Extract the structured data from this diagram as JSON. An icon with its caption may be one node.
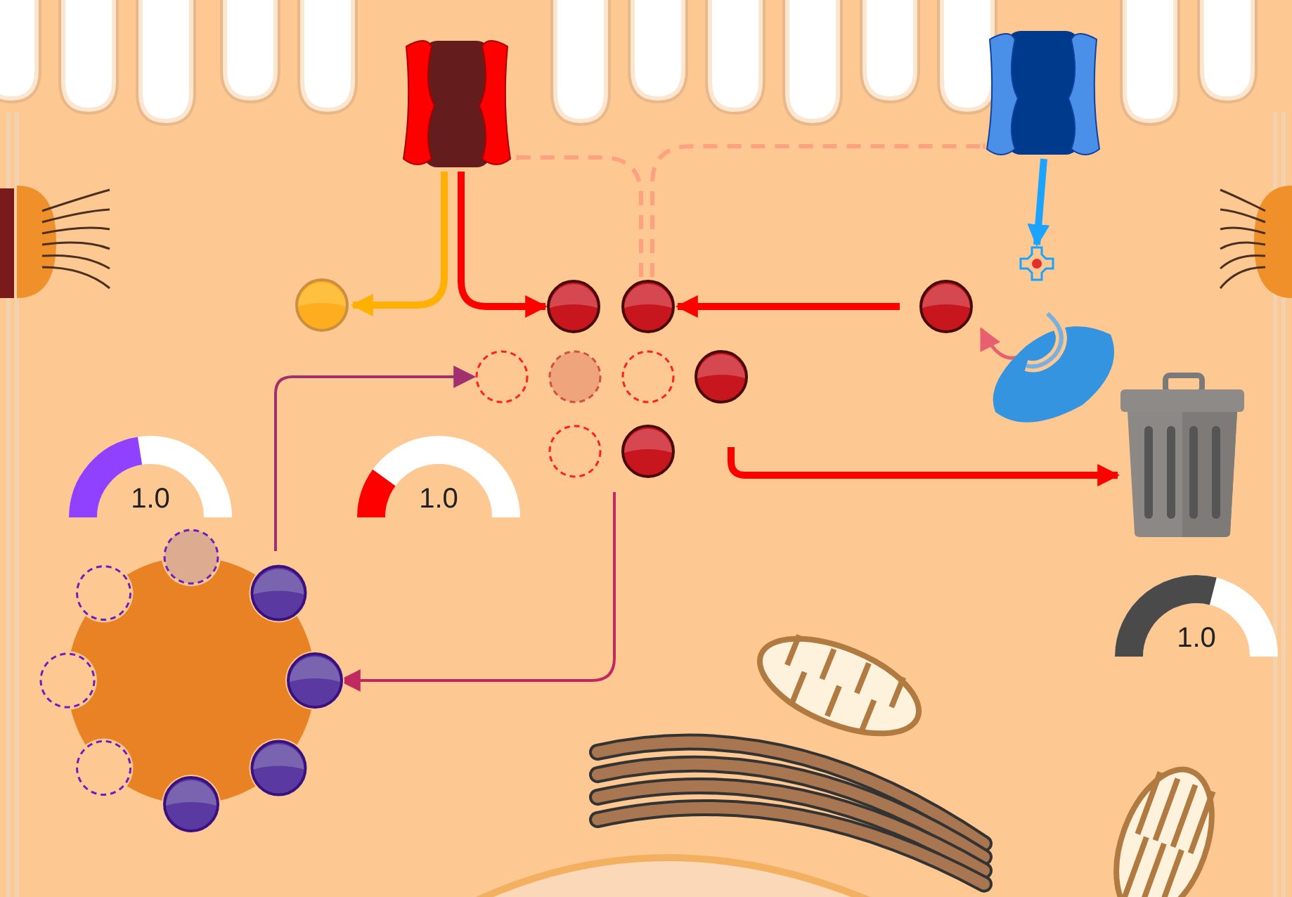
{
  "diagram": {
    "nodes": [
      {
        "text": [],
        "shape": "box"
      },
      {
        "text": [],
        "shape": "box"
      },
      {
        "text": [],
        "shape": "picture"
      },
      {
        "text": [],
        "shape": "circle"
      },
      {
        "text": [],
        "shape": "circle"
      },
      {
        "text": [],
        "shape": "circle"
      },
      {
        "text": [],
        "shape": "circle"
      },
      {
        "text": [],
        "shape": "picture"
      },
      {
        "text": [],
        "shape": "circle"
      },
      {
        "text": [],
        "shape": "circle"
      },
      {
        "text": [],
        "shape": "circle"
      },
      {
        "text": [],
        "shape": "circle"
      },
      {
        "text": [],
        "shape": "circle"
      },
      {
        "text": [],
        "shape": "circle"
      },
      {
        "text": [],
        "shape": "picture"
      },
      {
        "text": [],
        "shape": "picture"
      }
    ],
    "edges": [
      {
        "from": 0,
        "to": 3,
        "arrow": "to",
        "color": "#ffb000"
      },
      {
        "from": 0,
        "to": 4,
        "arrow": "to"
      },
      {
        "from": 6,
        "to": 5,
        "arrow": "to"
      },
      {
        "from": 5,
        "to": 0,
        "arrow": "other",
        "style": "dashed",
        "color": "#ffa080"
      },
      {
        "from": 5,
        "to": 1,
        "arrow": "other",
        "style": "dashed",
        "color": "#ffa080"
      },
      {
        "from": 1,
        "to": 2,
        "arrow": "to",
        "color": "#1aa3ff"
      },
      {
        "from": 7,
        "to": 6,
        "arrow": "to",
        "color": "#e86070"
      },
      {
        "from": null,
        "to": 14,
        "arrow": "to"
      },
      {
        "from": 15,
        "to": 8,
        "arrow": "to",
        "color": "#a03070"
      },
      {
        "from": null,
        "to": 15,
        "arrow": "to",
        "color": "#c02860"
      }
    ],
    "labels": [
      "1.0",
      "1.0",
      "1.0"
    ]
  }
}
